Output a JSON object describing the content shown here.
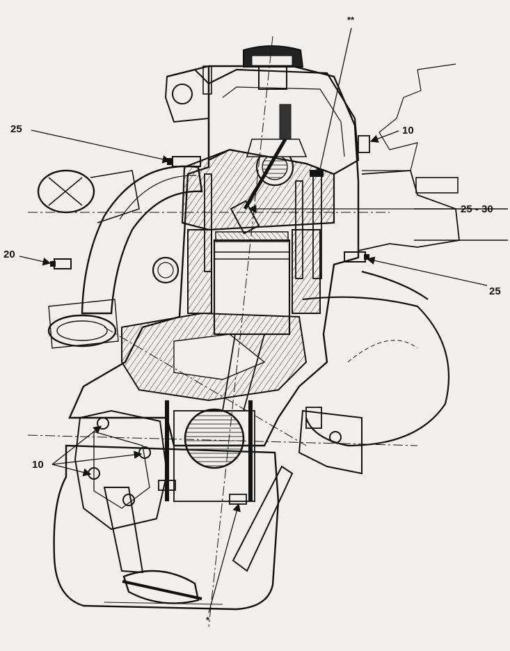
{
  "diagram": {
    "callouts": [
      {
        "id": "head-bolt-left",
        "text": "25"
      },
      {
        "id": "bolt-right-top",
        "text": "10"
      },
      {
        "id": "stud-center",
        "text": "25 - 30"
      },
      {
        "id": "manifold-nut",
        "text": "20"
      },
      {
        "id": "head-bolt-right",
        "text": "25"
      },
      {
        "id": "oil-pump-bolts",
        "text": "10"
      }
    ],
    "marks": {
      "double_star": "**",
      "single_star": "*"
    }
  },
  "colors": {
    "ink": "#111111",
    "paper": "#f1f0ee",
    "hatch": "#3a3a3a"
  }
}
